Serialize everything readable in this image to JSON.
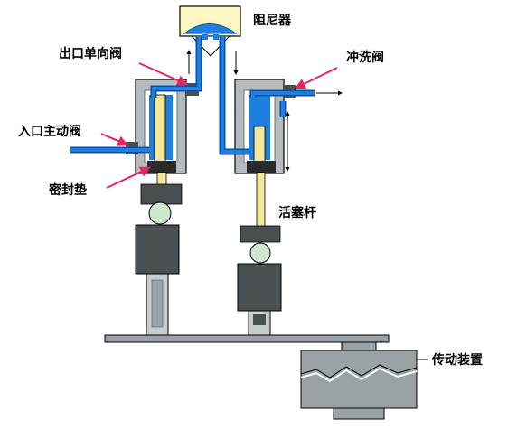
{
  "labels": {
    "damper": "阻尼器",
    "outlet_check_valve": "出口单向阀",
    "flush_valve": "冲洗阀",
    "inlet_active_valve": "入口主动阀",
    "seal": "密封垫",
    "piston_rod": "活塞杆",
    "drive_unit": "传动装置"
  },
  "colors": {
    "fluid": "#1e7fe0",
    "fluid_dark": "#0a4fa8",
    "housing": "#b4bcc0",
    "rod": "#f2e79a",
    "seal": "#2a2a2a",
    "dark_block": "#4a4f52",
    "light_block": "#c8cccc",
    "ball": "#cfe6cf",
    "damper_box": "#fff7c4",
    "arrow": "#e8245e",
    "base": "#9aa2a6"
  }
}
